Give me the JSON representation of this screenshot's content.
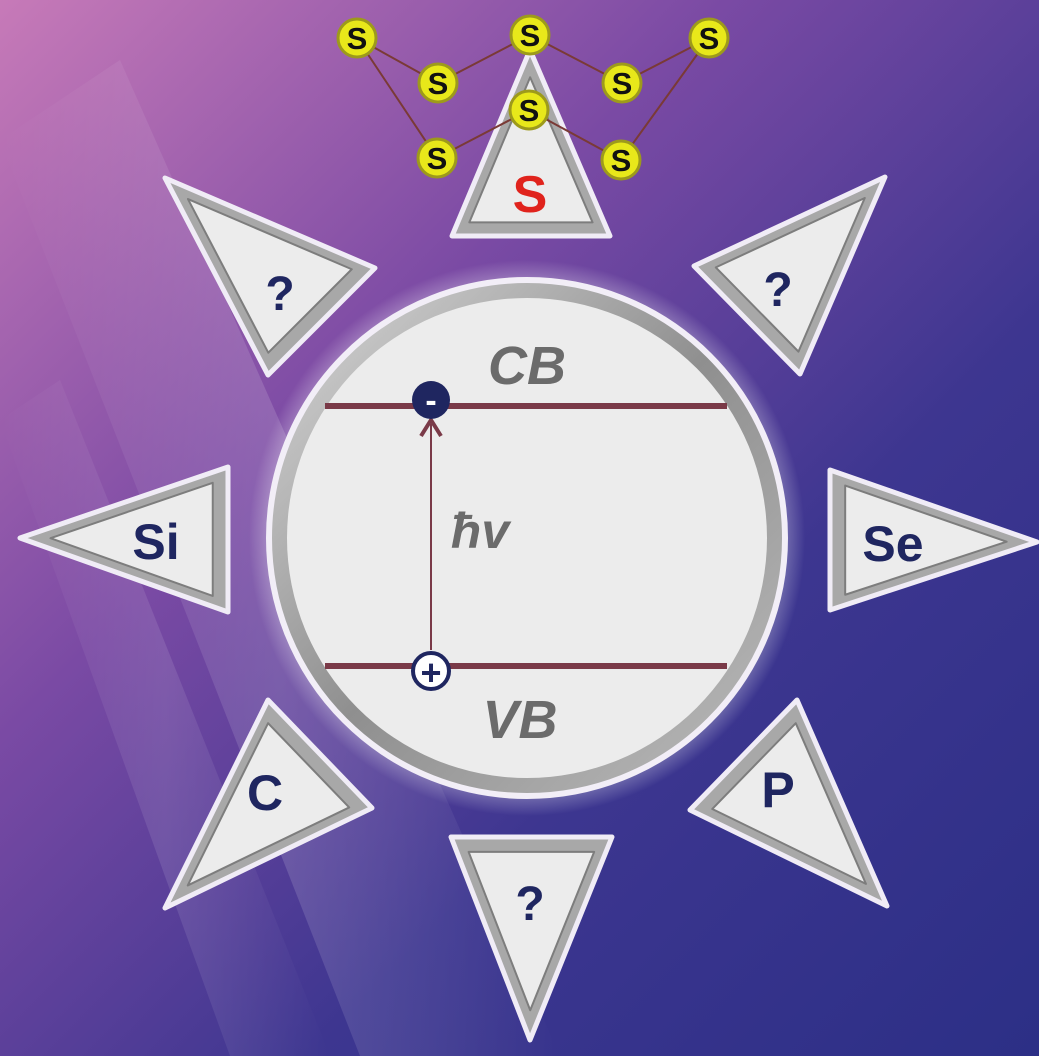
{
  "colors": {
    "background_top_left": "#c77ab8",
    "background_mid": "#6a3f9a",
    "background_bottom_right": "#2c2f86",
    "panel_fill": "#ececec",
    "panel_border": "#9a9a9a",
    "label_navy": "#1f2660",
    "label_red": "#e0231c",
    "label_gray": "#6b6b6b",
    "band_line": "#7a3a48",
    "atom_fill": "#e8e81a",
    "atom_border": "#9d9a1b",
    "bond": "#7a3a36"
  },
  "center": {
    "conduction_band": "CB",
    "valence_band": "VB",
    "excitation": "ħv",
    "electron_symbol": "-",
    "hole_symbol": "+"
  },
  "elements": [
    {
      "key": "top",
      "label": "S",
      "highlight": true
    },
    {
      "key": "upper-right",
      "label": "?"
    },
    {
      "key": "right",
      "label": "Se"
    },
    {
      "key": "lower-right",
      "label": "P"
    },
    {
      "key": "bottom",
      "label": "?"
    },
    {
      "key": "lower-left",
      "label": "C"
    },
    {
      "key": "left",
      "label": "Si"
    },
    {
      "key": "upper-left",
      "label": "?"
    }
  ],
  "molecule": {
    "atom_label": "S",
    "atom_count": 8
  }
}
